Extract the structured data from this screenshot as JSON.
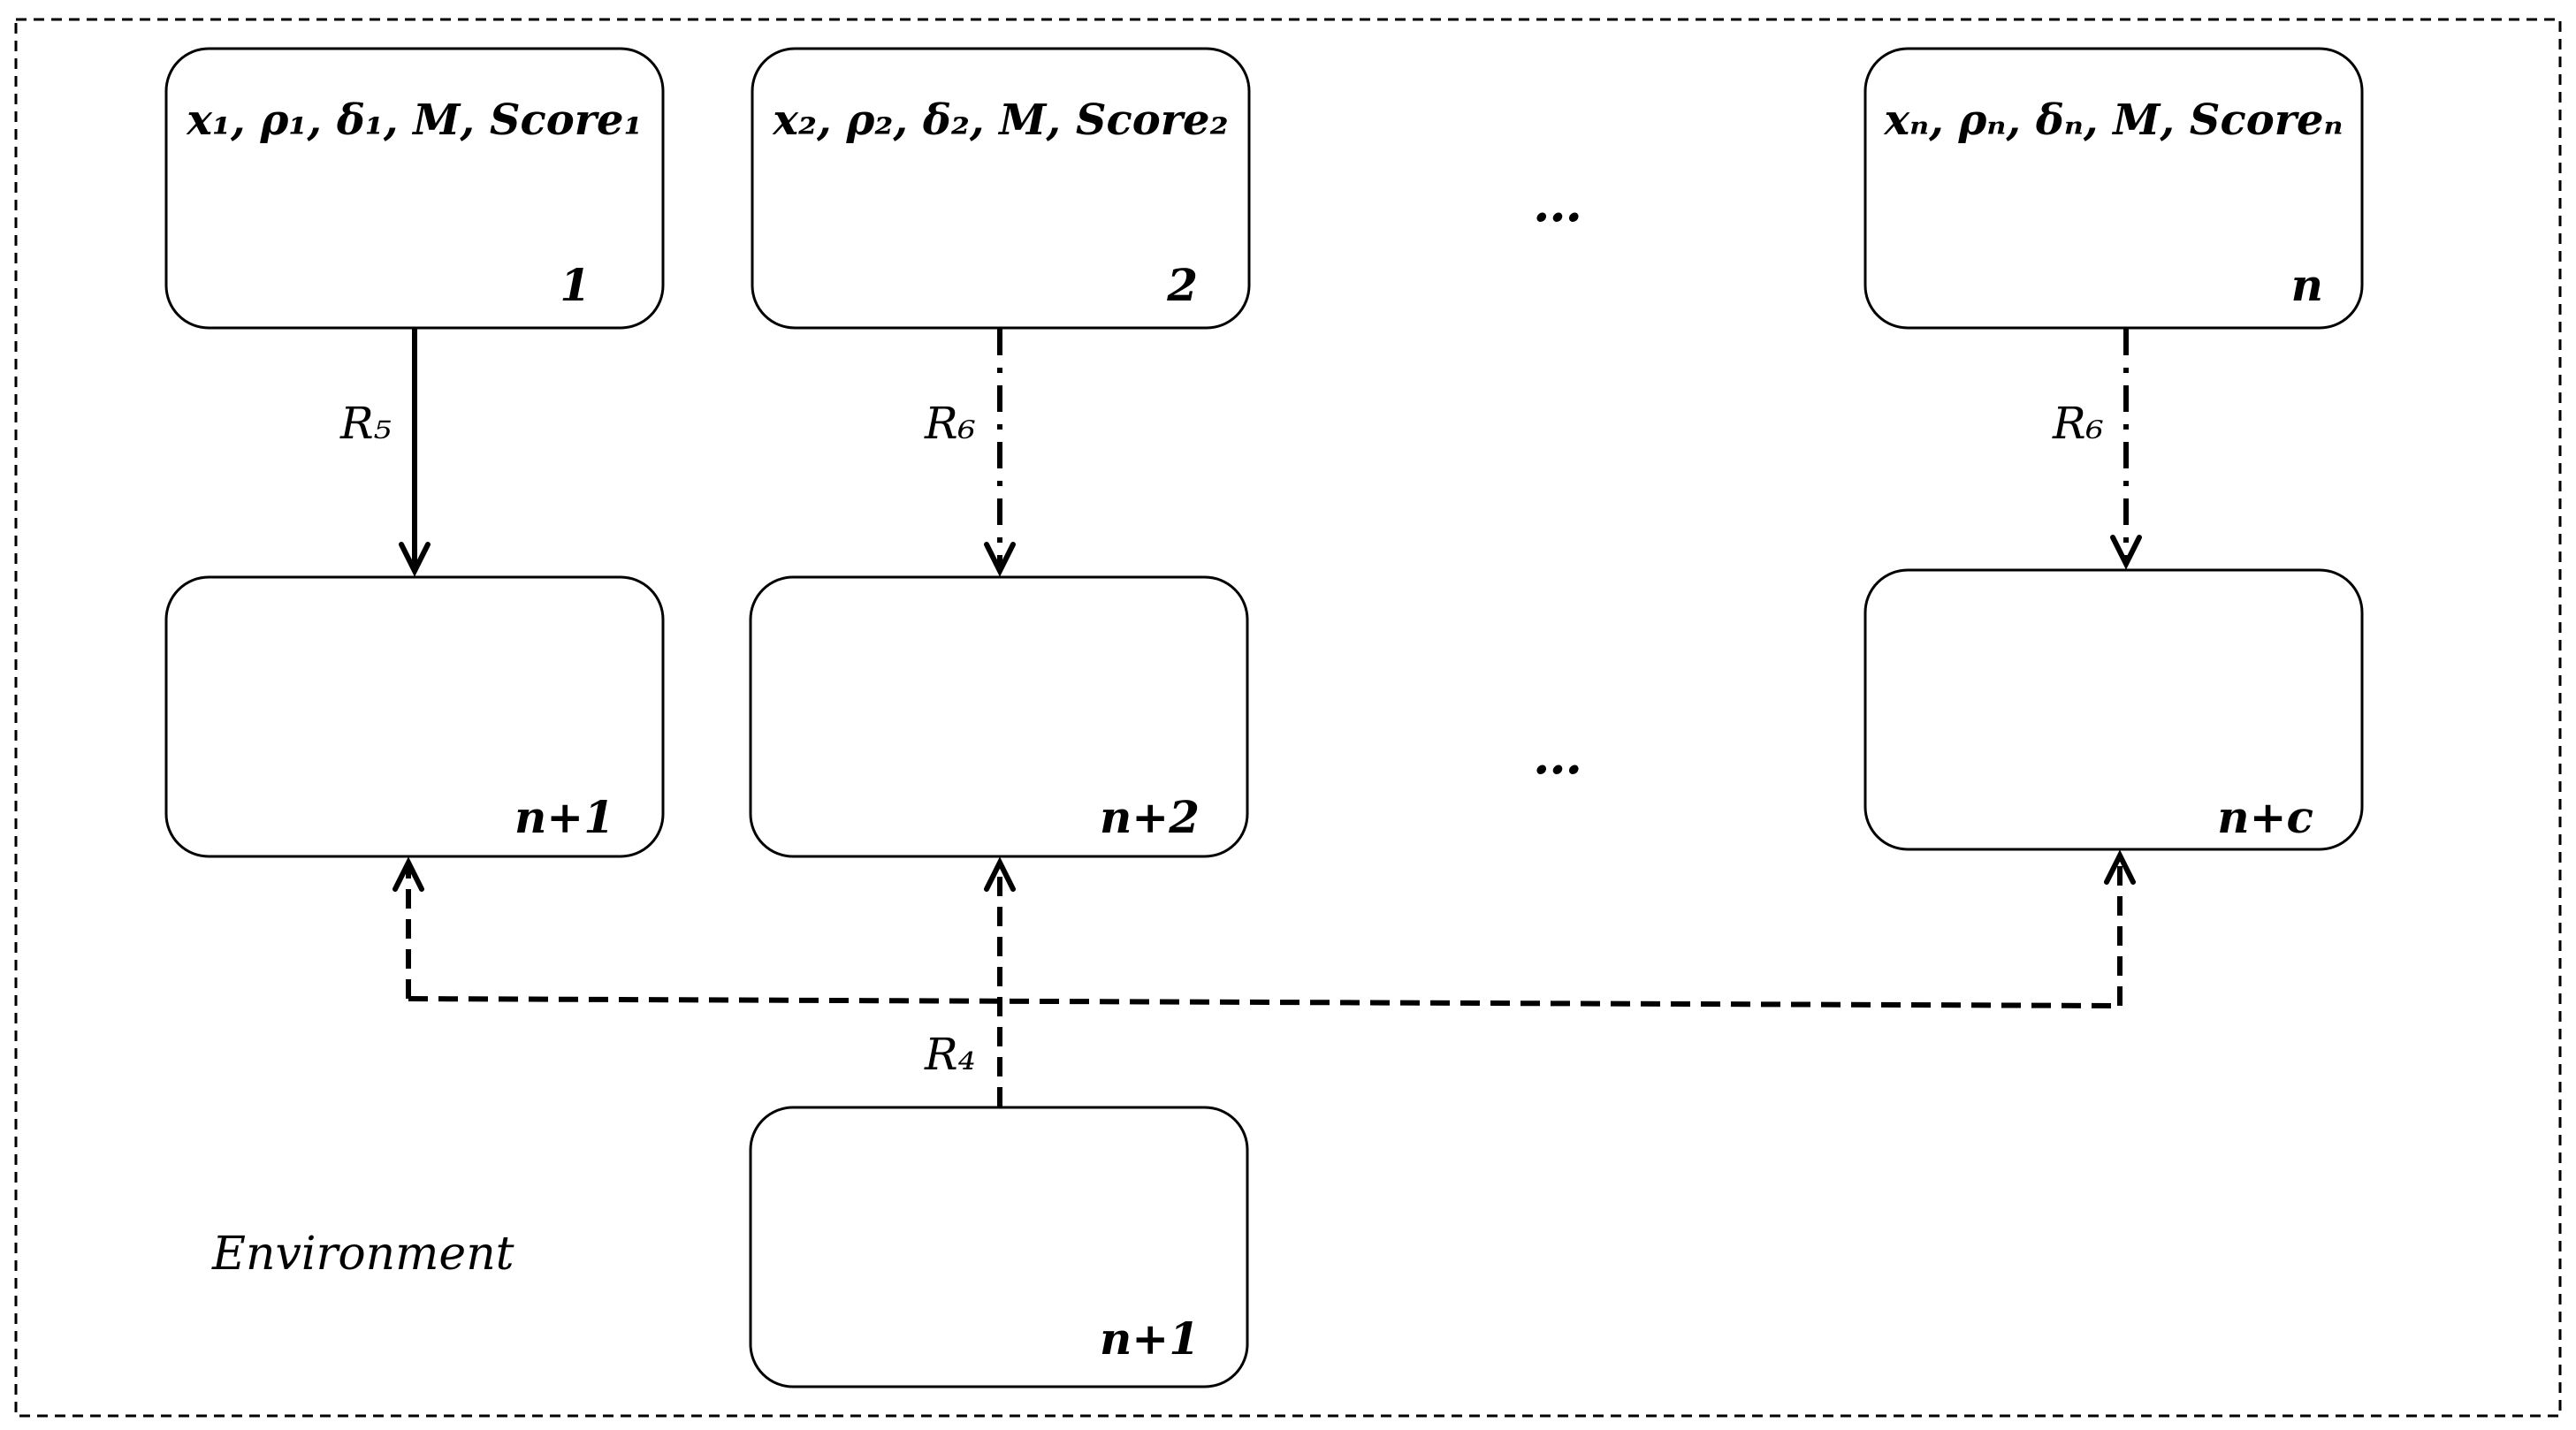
{
  "diagram": {
    "top_nodes": [
      {
        "label": "x₁, ρ₁, δ₁, M, Score₁",
        "id": "1"
      },
      {
        "label": "x₂, ρ₂, δ₂, M, Score₂",
        "id": "2"
      },
      {
        "label": "xₙ, ρₙ, δₙ, M, Scoreₙ",
        "id": "n"
      }
    ],
    "middle_nodes": [
      {
        "id": "n+1"
      },
      {
        "id": "n+2"
      },
      {
        "id": "n+c"
      }
    ],
    "bottom_node": {
      "id": "n+1"
    },
    "ellipsis": "…",
    "edges": {
      "r5": "R₅",
      "r6_a": "R₆",
      "r6_b": "R₆",
      "r4": "R₄"
    },
    "environment_label": "Environment"
  }
}
